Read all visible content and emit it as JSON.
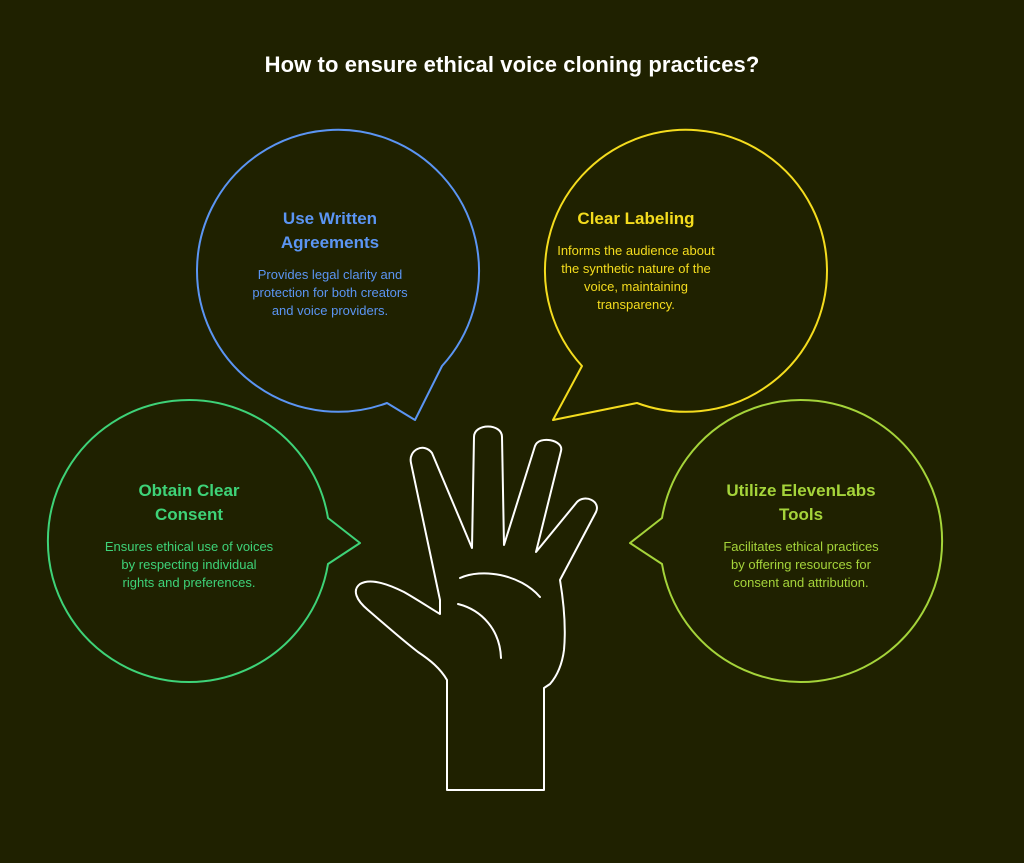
{
  "title": "How to ensure ethical voice cloning practices?",
  "colors": {
    "background": "#1f2100",
    "written_agreements": "#5b95f3",
    "clear_labeling": "#f4dc1e",
    "clear_consent": "#3ed378",
    "elevenlabs_tools": "#a5d43a",
    "hand": "#ffffff"
  },
  "center_icon": "hand-icon",
  "nodes": {
    "written_agreements": {
      "title": "Use Written Agreements",
      "description": "Provides legal clarity and protection for both creators and voice providers."
    },
    "clear_labeling": {
      "title": "Clear Labeling",
      "description": "Informs the audience about the synthetic nature of the voice, maintaining transparency."
    },
    "clear_consent": {
      "title": "Obtain Clear Consent",
      "description": "Ensures ethical use of voices by respecting individual rights and preferences."
    },
    "elevenlabs_tools": {
      "title": "Utilize ElevenLabs Tools",
      "description": "Facilitates ethical practices by offering resources for consent and attribution."
    }
  }
}
